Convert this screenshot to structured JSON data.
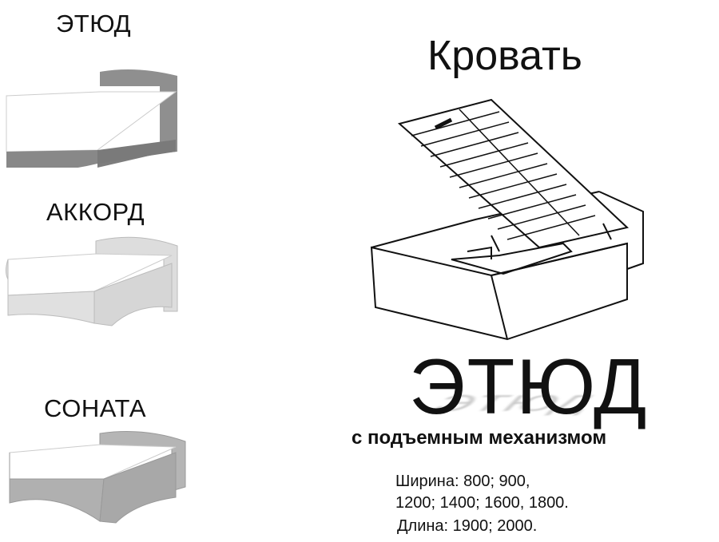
{
  "models": [
    {
      "name": "ЭТЮД",
      "frame_color": "#8a8a8a"
    },
    {
      "name": "АККОРД",
      "frame_color": "#d4d4d4"
    },
    {
      "name": "СОНАТА",
      "frame_color": "#b0b0b0"
    }
  ],
  "main": {
    "title": "Кровать",
    "brand": "ЭТЮД",
    "subtitle": "с подъемным механизмом",
    "width_line1": "Ширина: 800; 900,",
    "width_line2": "1200; 1400; 1600, 1800.",
    "length_line": "Длина: 1900; 2000."
  }
}
